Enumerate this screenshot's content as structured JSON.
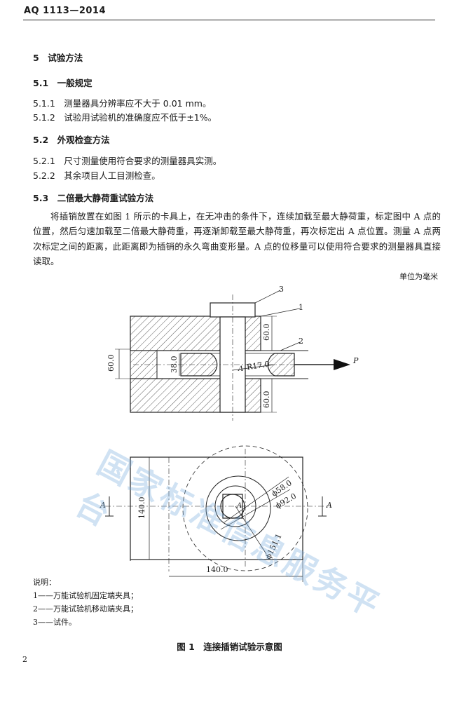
{
  "header": {
    "code": "AQ 1113—2014"
  },
  "sections": {
    "s5": "5　试验方法",
    "s51": "5.1　一般规定",
    "s511": "5.1.1　测量器具分辨率应不大于 0.01 mm。",
    "s512": "5.1.2　试验用试验机的准确度应不低于±1%。",
    "s52": "5.2　外观检查方法",
    "s521": "5.2.1　尺寸测量使用符合要求的测量器具实测。",
    "s522": "5.2.2　其余项目人工目测检查。",
    "s53": "5.3　二倍最大静荷重试验方法",
    "s53_para": "将插销放置在如图 1 所示的卡具上，在无冲击的条件下，连续加载至最大静荷重，标定图中 A 点的位置，然后匀速加载至二倍最大静荷重，再逐渐卸载至最大静荷重，再次标定出 A 点位置。测量 A 点两次标定之间的距离，此距离即为插销的永久弯曲变形量。A 点的位移量可以使用符合要求的测量器具直接读取。"
  },
  "figure": {
    "unit_note": "单位为毫米",
    "callouts": [
      "1",
      "2",
      "3"
    ],
    "top_view": {
      "dim_60_top": "60.0",
      "dim_60_left": "60.0",
      "dim_38": "38.0",
      "dim_60_bottom": "60.0",
      "radius": "R17.0",
      "force": "P",
      "point": "A"
    },
    "bottom_view": {
      "dim_height": "140.0",
      "dim_width": "140.0",
      "dia_58": "ϕ58.0",
      "dia_92": "ϕ92.0",
      "dia_151": "ϕ151.1",
      "section_left": "A",
      "section_right": "A",
      "point": "A"
    },
    "legend": {
      "title": "说明：",
      "items": [
        "1——万能试验机固定端夹具；",
        "2——万能试验机移动端夹具；",
        "3——试件。"
      ]
    },
    "caption": "图 1　连接插销试验示意图"
  },
  "watermark": "国家标准信息服务平台",
  "page_number": "2",
  "colors": {
    "text": "#1a1a1a",
    "watermark": "#6fa8dc"
  }
}
